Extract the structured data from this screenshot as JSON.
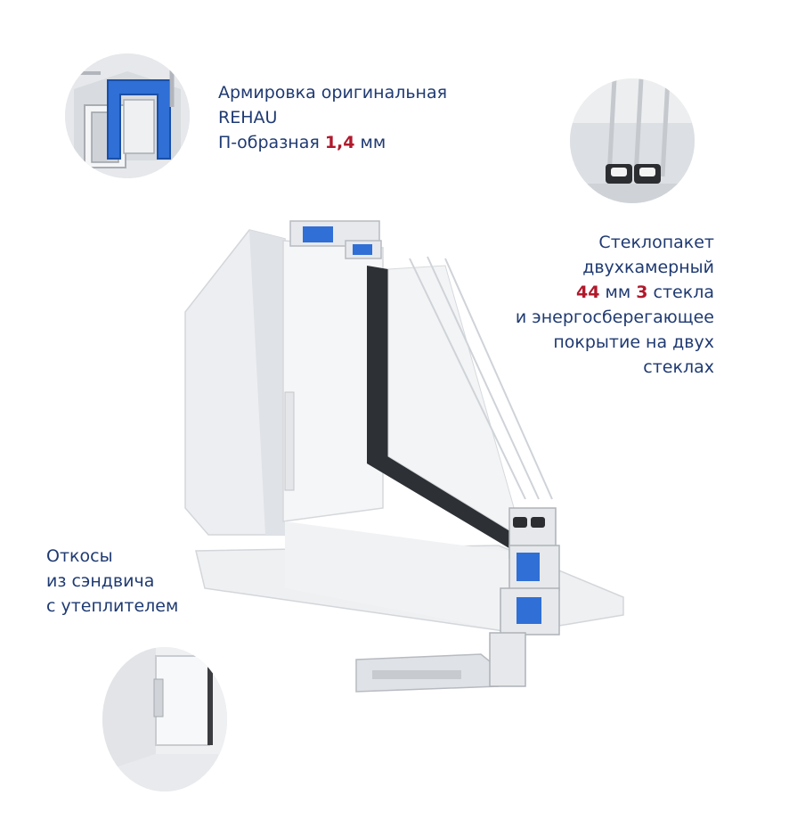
{
  "features": {
    "reinforcement": {
      "line1": "Армировка оригинальная",
      "line2": "REHAU",
      "line3_prefix": "П-образная ",
      "line3_value": "1,4",
      "line3_unit": " мм"
    },
    "glazing": {
      "line1": "Стеклопакет",
      "line2": "двухкамерный",
      "line3_v1": "44",
      "line3_mid": " мм ",
      "line3_v2": "3",
      "line3_end": " стекла",
      "line4": "и энергосберегающее",
      "line5": "покрытие на двух",
      "line6": "стеклах"
    },
    "slopes": {
      "line1": "Откосы",
      "line2": "из сэндвича",
      "line3": "с утеплителем"
    }
  },
  "colors": {
    "text": "#1f3a72",
    "highlight": "#b0192c",
    "reinforcement_blue": "#2f6fd6"
  },
  "icons": [
    "reinforcement-detail-icon",
    "glass-unit-detail-icon",
    "slope-detail-icon",
    "window-section-illustration"
  ]
}
